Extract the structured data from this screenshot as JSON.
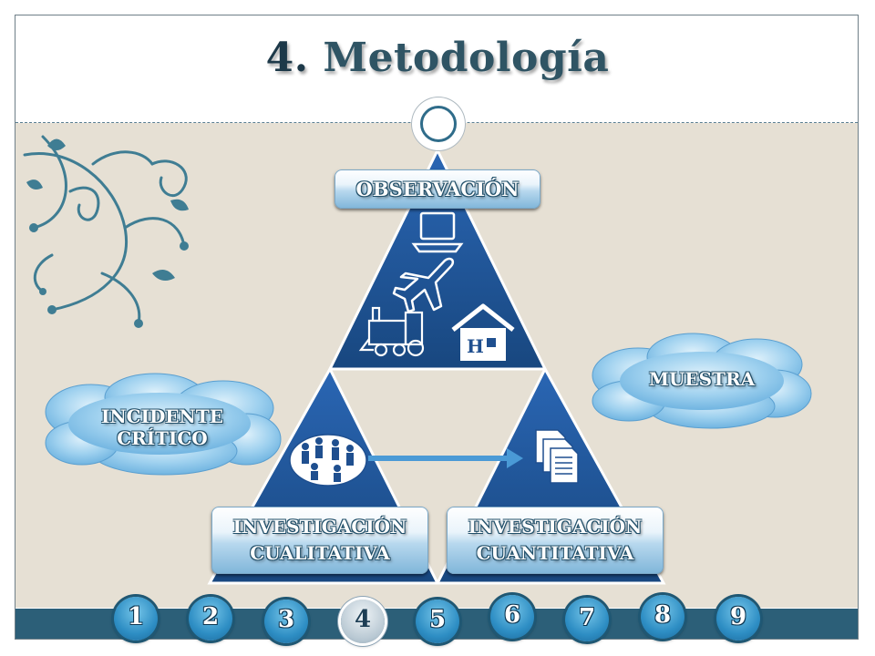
{
  "slide": {
    "title_number": "4.",
    "title_text": "Metodología"
  },
  "pyramid": {
    "top_label": "OBSERVACIÓN",
    "left_label_line1": "INVESTIGACIÓN",
    "left_label_line2": "CUALITATIVA",
    "right_label_line1": "INVESTIGACIÓN",
    "right_label_line2": "CUANTITATIVA",
    "house_letter": "H"
  },
  "clouds": {
    "right": "MUESTRA",
    "left_line1": "INCIDENTE",
    "left_line2": "CRÍTICO"
  },
  "icons": {
    "top_triangle": [
      "laptop-icon",
      "airplane-icon",
      "locomotive-icon",
      "house-icon"
    ],
    "left_triangle": [
      "people-group-icon"
    ],
    "right_triangle": [
      "documents-icon"
    ],
    "connector": "right-arrow-icon"
  },
  "colors": {
    "title": "#2f5464",
    "triangle": "#1f4f8f",
    "band": "#2c5f78",
    "content_bg": "#e6e0d4",
    "nav_button": "#2e8ec4",
    "active_nav_button": "#b7c7d2"
  },
  "navigation": {
    "pages": [
      "1",
      "2",
      "3",
      "4",
      "5",
      "6",
      "7",
      "8",
      "9"
    ],
    "active_page": "4"
  }
}
